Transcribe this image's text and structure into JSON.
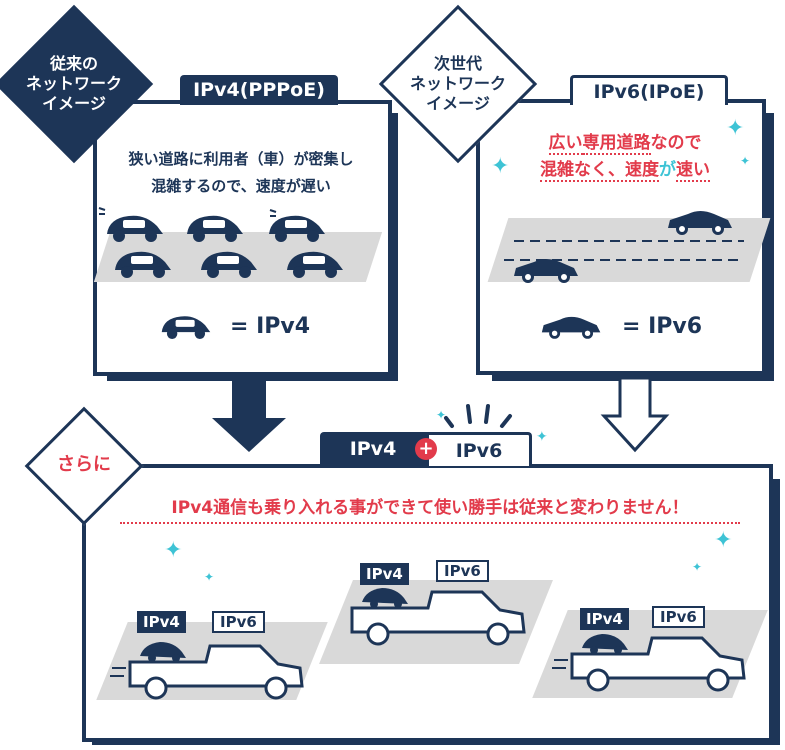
{
  "left_panel": {
    "diamond_label": [
      "従来の",
      "ネットワーク",
      "イメージ"
    ],
    "tab_label": "IPv4(PPPoE)",
    "message_lines": [
      "狭い道路に利用者（車）が密集し",
      "混雑するので、速度が遅い"
    ],
    "equals_label": "= IPv4"
  },
  "right_panel": {
    "diamond_label": [
      "次世代",
      "ネットワーク",
      "イメージ"
    ],
    "tab_label": "IPv6(IPoE)",
    "message_line1_parts": [
      {
        "text": "広い",
        "color": "red"
      },
      {
        "text": "専用道路",
        "color": "red"
      },
      {
        "text": "なので",
        "color": "red"
      }
    ],
    "message_line2_parts": [
      {
        "text": "混雑なく、速度",
        "color": "red"
      },
      {
        "text": "が",
        "color": "cyan"
      },
      {
        "text": "速い",
        "color": "red"
      }
    ],
    "equals_label": "= IPv6"
  },
  "bottom_panel": {
    "diamond_label": "さらに",
    "tab_ipv4": "IPv4",
    "tab_plus": "+",
    "tab_ipv6": "IPv6",
    "headline": "IPv4通信も乗り入れる事ができて使い勝手は従来と変わりません！",
    "truck_tags": [
      {
        "ipv4": "IPv4",
        "ipv6": "IPv6"
      },
      {
        "ipv4": "IPv4",
        "ipv6": "IPv6"
      },
      {
        "ipv4": "IPv4",
        "ipv6": "IPv6"
      }
    ]
  },
  "colors": {
    "navy": "#1d3557",
    "red": "#e23b4b",
    "cyan": "#3ec3d5",
    "road": "#d9d9d9"
  }
}
